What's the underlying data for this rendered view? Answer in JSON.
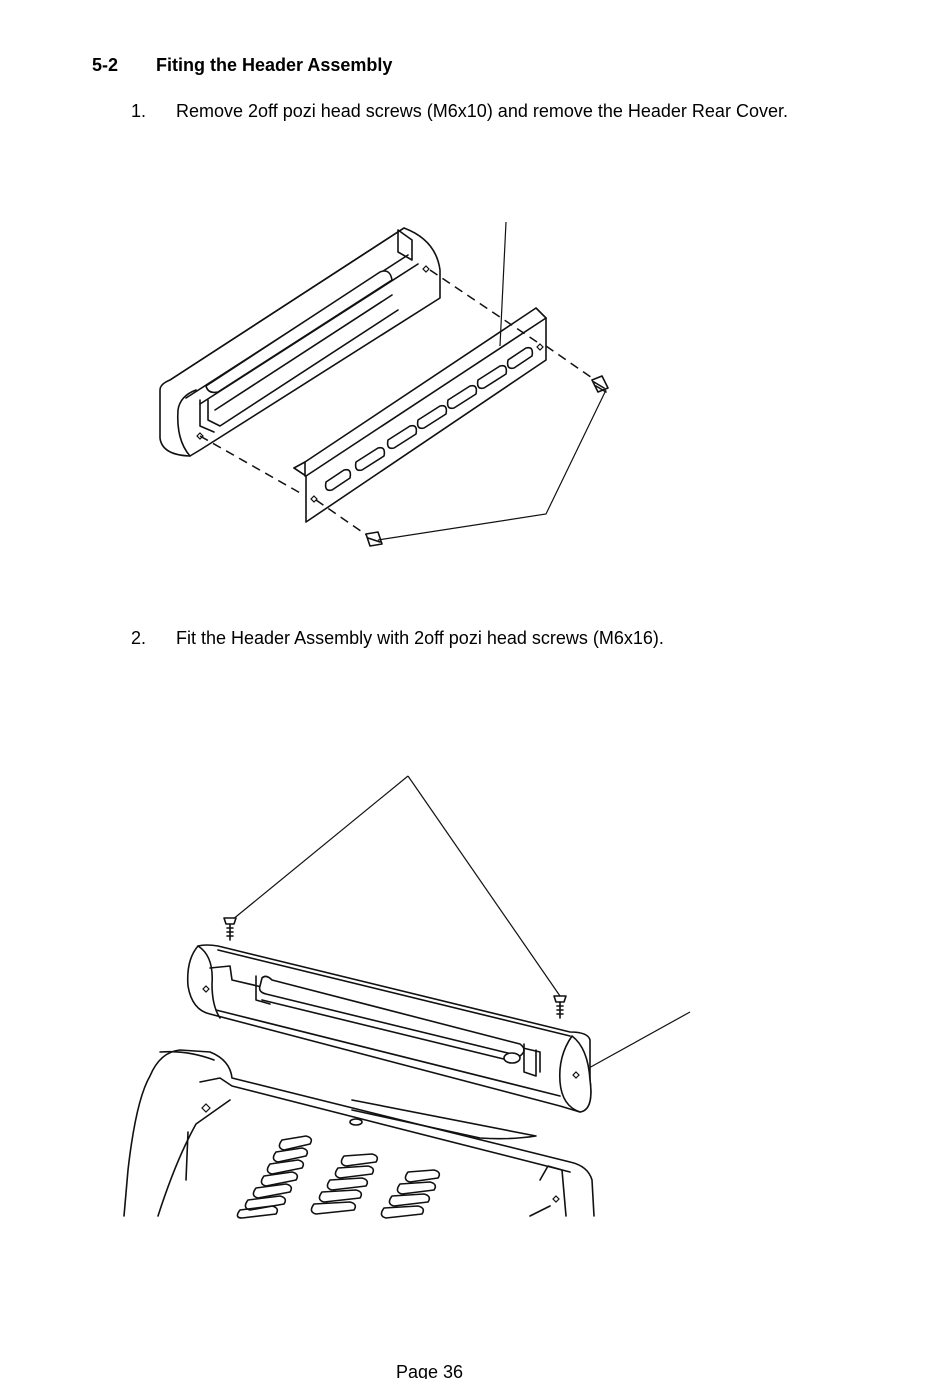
{
  "section": {
    "number": "5-2",
    "title": "Fiting the Header Assembly"
  },
  "steps": [
    {
      "number": "1.",
      "text": "Remove 2off pozi head screws (M6x10) and remove the Header Rear Cover."
    },
    {
      "number": "2.",
      "text": "Fit the Header Assembly with 2off pozi head screws (M6x16)."
    }
  ],
  "footer": {
    "page_label": "Page 36"
  }
}
